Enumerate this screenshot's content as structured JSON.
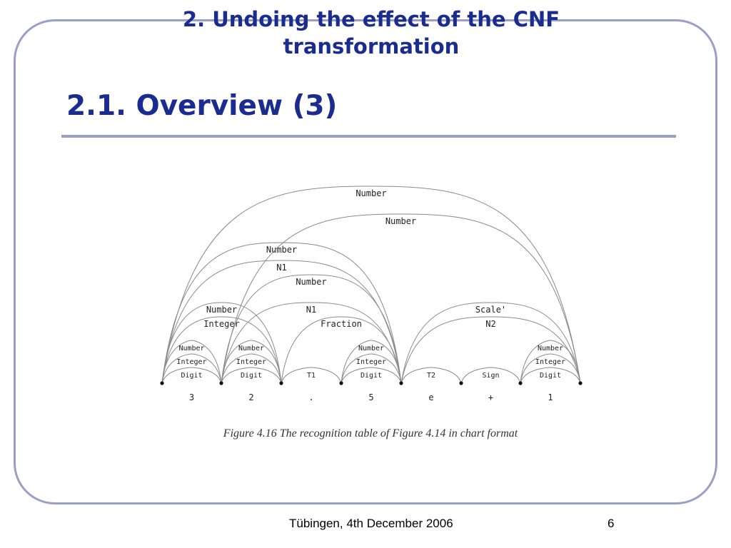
{
  "slide": {
    "heading_line1": "2. Undoing the effect of the CNF",
    "heading_line2": "transformation",
    "title": "2.1. Overview (3)",
    "footer_text": "Tübingen, 4th December 2006",
    "page_number": "6"
  },
  "figure": {
    "tokens": [
      "3",
      "2",
      ".",
      "5",
      "e",
      "+",
      "1"
    ],
    "caption": "Figure 4.16  The recognition table of Figure 4.14 in chart format",
    "arcs": [
      {
        "label": "Digit",
        "from": 0,
        "to": 1,
        "level": 1
      },
      {
        "label": "Integer",
        "from": 0,
        "to": 1,
        "level": 2
      },
      {
        "label": "Number",
        "from": 0,
        "to": 1,
        "level": 3
      },
      {
        "label": "Digit",
        "from": 1,
        "to": 2,
        "level": 1
      },
      {
        "label": "Integer",
        "from": 1,
        "to": 2,
        "level": 2
      },
      {
        "label": "Number",
        "from": 1,
        "to": 2,
        "level": 3
      },
      {
        "label": "T1",
        "from": 2,
        "to": 3,
        "level": 1
      },
      {
        "label": "Digit",
        "from": 3,
        "to": 4,
        "level": 1
      },
      {
        "label": "Integer",
        "from": 3,
        "to": 4,
        "level": 2
      },
      {
        "label": "Number",
        "from": 3,
        "to": 4,
        "level": 3
      },
      {
        "label": "T2",
        "from": 4,
        "to": 5,
        "level": 1
      },
      {
        "label": "Sign",
        "from": 5,
        "to": 6,
        "level": 1
      },
      {
        "label": "Digit",
        "from": 6,
        "to": 7,
        "level": 1
      },
      {
        "label": "Integer",
        "from": 6,
        "to": 7,
        "level": 2
      },
      {
        "label": "Number",
        "from": 6,
        "to": 7,
        "level": 3
      },
      {
        "label": "Integer",
        "from": 0,
        "to": 2,
        "level": 4
      },
      {
        "label": "Number",
        "from": 0,
        "to": 2,
        "level": 5
      },
      {
        "label": "Fraction",
        "from": 2,
        "to": 4,
        "level": 4
      },
      {
        "label": "N2",
        "from": 4,
        "to": 7,
        "level": 4
      },
      {
        "label": "Scale'",
        "from": 4,
        "to": 7,
        "level": 5
      },
      {
        "label": "N1",
        "from": 1,
        "to": 4,
        "level": 5
      },
      {
        "label": "Number",
        "from": 1,
        "to": 4,
        "level": 6
      },
      {
        "label": "N1",
        "from": 0,
        "to": 4,
        "level": 7
      },
      {
        "label": "Number",
        "from": 0,
        "to": 4,
        "level": 8
      },
      {
        "label": "Number",
        "from": 1,
        "to": 7,
        "level": 9
      },
      {
        "label": "Number",
        "from": 0,
        "to": 7,
        "level": 10
      }
    ]
  }
}
